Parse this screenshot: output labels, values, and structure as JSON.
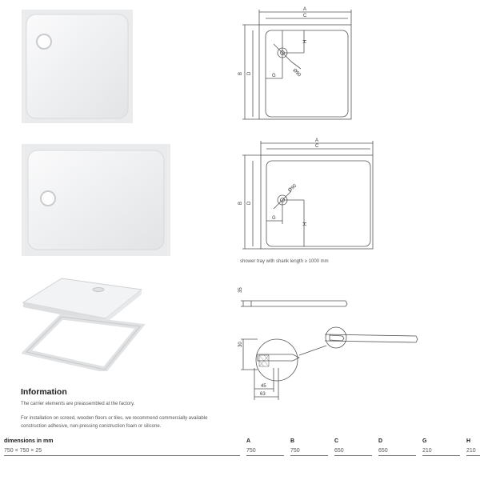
{
  "diagram_labels": {
    "a": "A",
    "b": "B",
    "c": "C",
    "d": "D",
    "g": "G",
    "h": "H",
    "drain": "Ø90"
  },
  "profile_labels": {
    "height_35": "35",
    "height_30": "30",
    "width_45": "45",
    "width_63": "63"
  },
  "caption": "shower tray with shank length ≥ 1000 mm",
  "information": {
    "heading": "Information",
    "paragraph1": "The carrier elements are preassembled at the factory.",
    "paragraph2": "For installation on screed, wooden floors or tiles, we recommend commercially available construction adhesive, non-pressing construction foam or silicone."
  },
  "dimensions": {
    "title": "dimensions in mm",
    "headers": [
      "A",
      "B",
      "C",
      "D",
      "G",
      "H"
    ],
    "row": {
      "size": "750 × 750 × 25",
      "values": [
        "750",
        "750",
        "650",
        "650",
        "210",
        "210"
      ]
    }
  },
  "colors": {
    "tray_white": "#f4f5f6",
    "line": "#555555"
  }
}
